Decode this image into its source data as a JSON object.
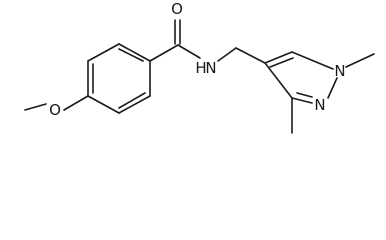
{
  "molecule": {
    "atoms": [
      {
        "id": "O1",
        "label": "O"
      },
      {
        "id": "N_amide",
        "label": "N"
      },
      {
        "id": "H_amide",
        "label": "H"
      },
      {
        "id": "N1",
        "label": "N"
      },
      {
        "id": "N2",
        "label": "N"
      },
      {
        "id": "O_methoxy",
        "label": "O"
      }
    ],
    "colors": {
      "bond": "#1a1a1a",
      "background": "#ffffff"
    }
  }
}
